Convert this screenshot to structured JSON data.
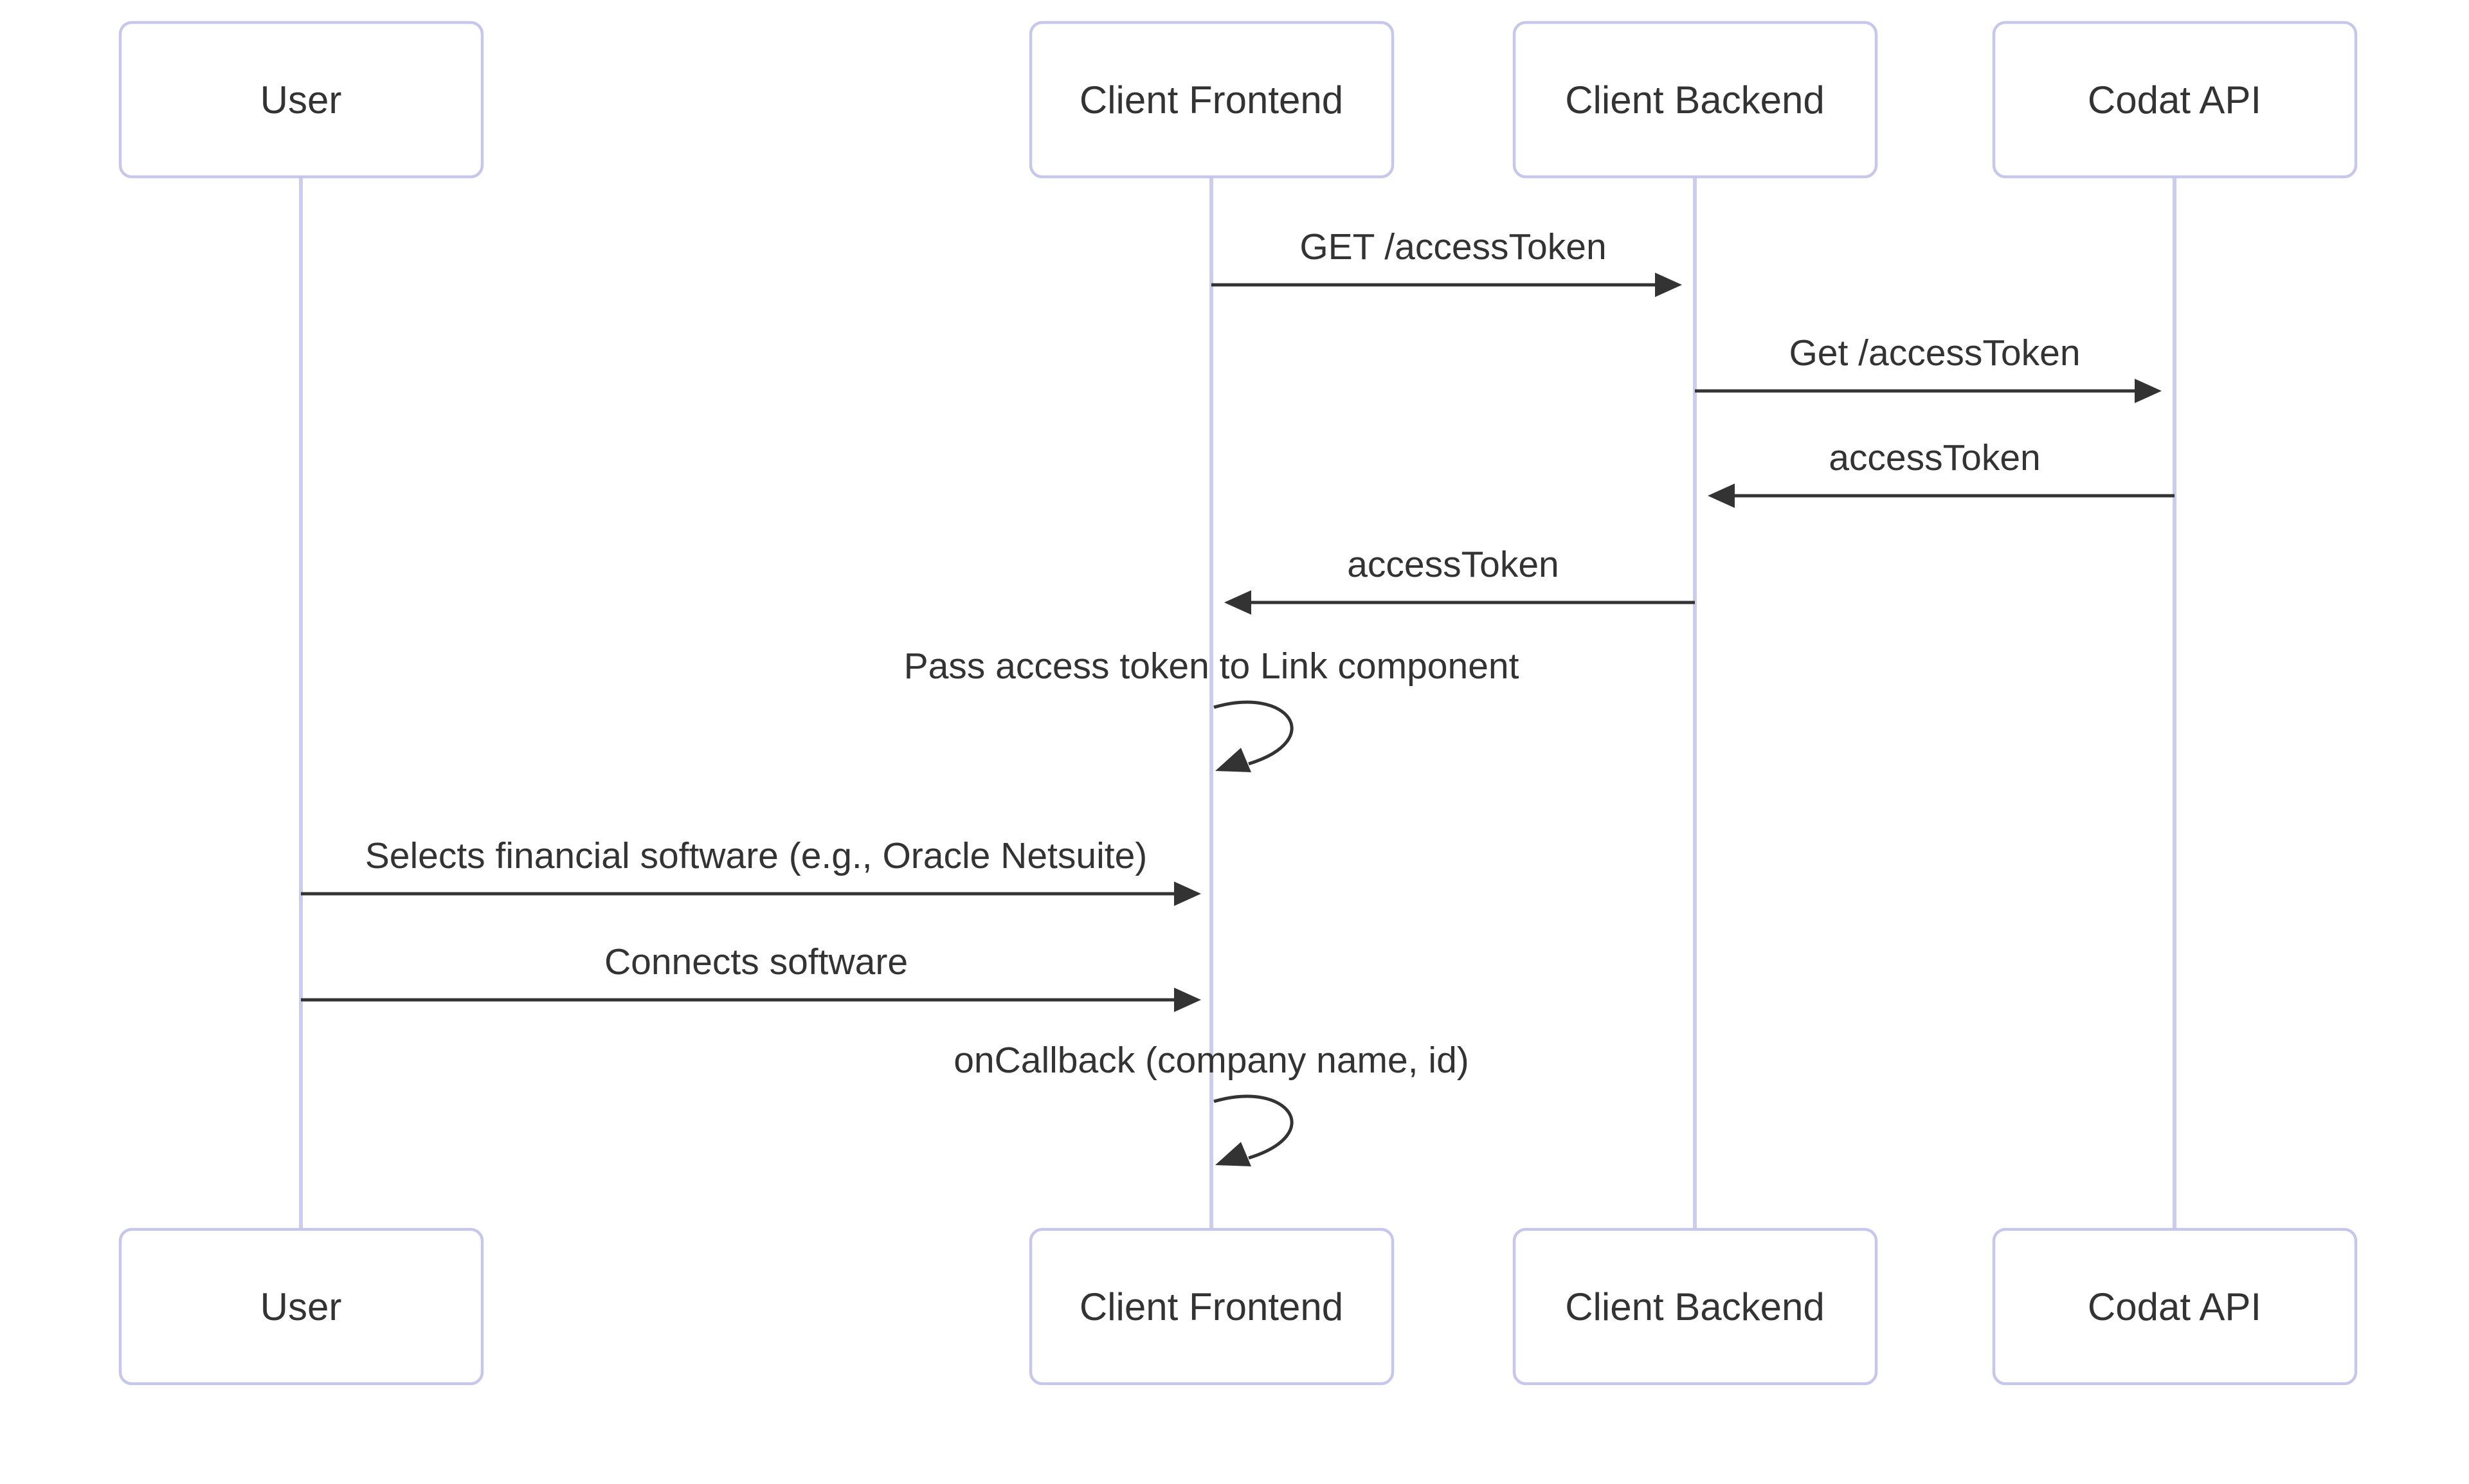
{
  "diagram": {
    "type": "sequence-diagram",
    "background_color": "#ffffff",
    "colors": {
      "actor_box_fill": "#ffffff",
      "actor_box_border": "#c6c7ea",
      "lifeline": "#ccccec",
      "message_line": "#333333",
      "text": "#333333"
    },
    "participants": [
      {
        "id": "user",
        "label": "User"
      },
      {
        "id": "client-frontend",
        "label": "Client Frontend"
      },
      {
        "id": "client-backend",
        "label": "Client Backend"
      },
      {
        "id": "codat-api",
        "label": "Codat API"
      }
    ],
    "messages": [
      {
        "seq": 1,
        "from": "client-frontend",
        "to": "client-backend",
        "label": "GET /accessToken",
        "arrow": "solid-filled-head"
      },
      {
        "seq": 2,
        "from": "client-backend",
        "to": "codat-api",
        "label": "Get /accessToken",
        "arrow": "solid-filled-head"
      },
      {
        "seq": 3,
        "from": "codat-api",
        "to": "client-backend",
        "label": "accessToken",
        "arrow": "solid-filled-head"
      },
      {
        "seq": 4,
        "from": "client-backend",
        "to": "client-frontend",
        "label": "accessToken",
        "arrow": "solid-filled-head"
      },
      {
        "seq": 5,
        "from": "client-frontend",
        "to": "client-frontend",
        "label": "Pass access token to Link component",
        "arrow": "self-loop"
      },
      {
        "seq": 6,
        "from": "user",
        "to": "client-frontend",
        "label": "Selects financial software (e.g., Oracle Netsuite)",
        "arrow": "solid-filled-head"
      },
      {
        "seq": 7,
        "from": "user",
        "to": "client-frontend",
        "label": "Connects software",
        "arrow": "solid-filled-head"
      },
      {
        "seq": 8,
        "from": "client-frontend",
        "to": "client-frontend",
        "label": "onCallback (company name, id)",
        "arrow": "self-loop"
      }
    ]
  }
}
